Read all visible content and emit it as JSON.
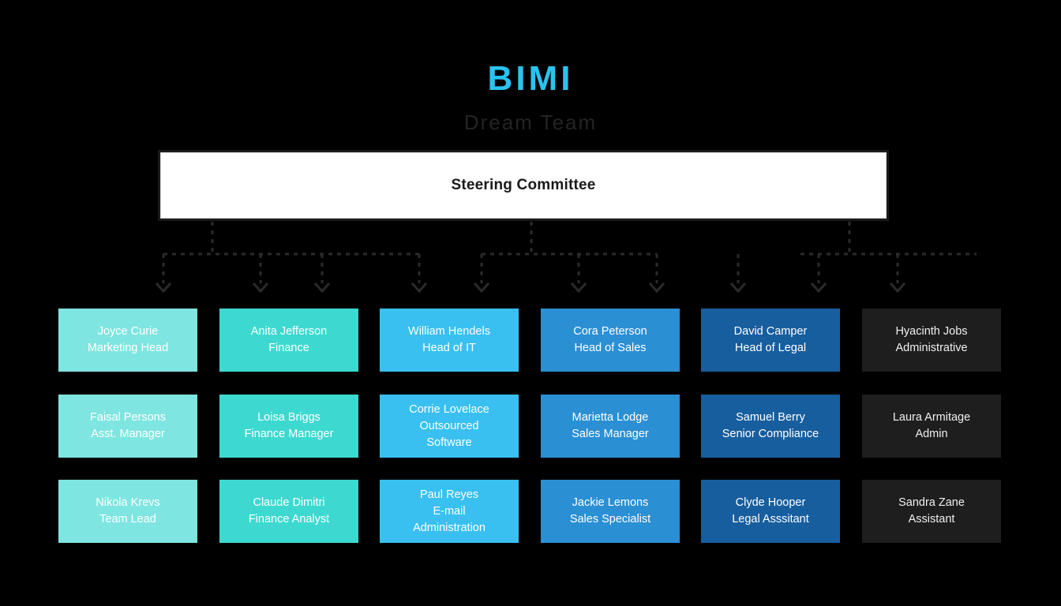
{
  "header": {
    "brand": "BIMI",
    "subtitle": "Dream Team",
    "brand_color": "#2ac3f0",
    "subtitle_color": "#242424"
  },
  "root": {
    "label": "Steering Committee",
    "background": "#ffffff",
    "text_color": "#1a1a1a"
  },
  "columns": [
    {
      "id": "marketing",
      "color": "#7fe5e0",
      "cards": [
        {
          "name": "Joyce Curie",
          "role_lines": [
            "Marketing Head"
          ]
        },
        {
          "name": "Faisal Persons",
          "role_lines": [
            "Asst. Manager"
          ]
        },
        {
          "name": "Nikola Krevs",
          "role_lines": [
            "Team Lead"
          ]
        }
      ]
    },
    {
      "id": "finance",
      "color": "#3dd9d0",
      "cards": [
        {
          "name": "Anita Jefferson",
          "role_lines": [
            "Finance"
          ]
        },
        {
          "name": "Loisa Briggs",
          "role_lines": [
            "Finance Manager"
          ]
        },
        {
          "name": "Claude Dimitri",
          "role_lines": [
            "Finance Analyst"
          ]
        }
      ]
    },
    {
      "id": "it",
      "color": "#39c0f0",
      "cards": [
        {
          "name": "William Hendels",
          "role_lines": [
            "Head of IT"
          ]
        },
        {
          "name": "Corrie Lovelace",
          "role_lines": [
            "Outsourced",
            "Software"
          ]
        },
        {
          "name": "Paul Reyes",
          "role_lines": [
            "E-mail",
            "Administration"
          ]
        }
      ]
    },
    {
      "id": "sales",
      "color": "#2b8fd4",
      "cards": [
        {
          "name": "Cora Peterson",
          "role_lines": [
            "Head of Sales"
          ]
        },
        {
          "name": "Marietta Lodge",
          "role_lines": [
            "Sales Manager"
          ]
        },
        {
          "name": "Jackie Lemons",
          "role_lines": [
            "Sales Specialist"
          ]
        }
      ]
    },
    {
      "id": "legal",
      "color": "#175e9e",
      "cards": [
        {
          "name": "David Camper",
          "role_lines": [
            "Head of Legal"
          ]
        },
        {
          "name": "Samuel Berry",
          "role_lines": [
            "Senior Compliance"
          ]
        },
        {
          "name": "Clyde Hooper",
          "role_lines": [
            "Legal Asssitant"
          ]
        }
      ]
    },
    {
      "id": "administrative",
      "color": "#1e1e1e",
      "cards": [
        {
          "name": "Hyacinth Jobs",
          "role_lines": [
            "Administrative"
          ]
        },
        {
          "name": "Laura Armitage",
          "role_lines": [
            "Admin"
          ]
        },
        {
          "name": "Sandra Zane",
          "role_lines": [
            "Assistant"
          ]
        }
      ]
    }
  ],
  "connectors": {
    "color": "#2b2b2b",
    "style": "dashed",
    "arrow": "chevron-down"
  }
}
